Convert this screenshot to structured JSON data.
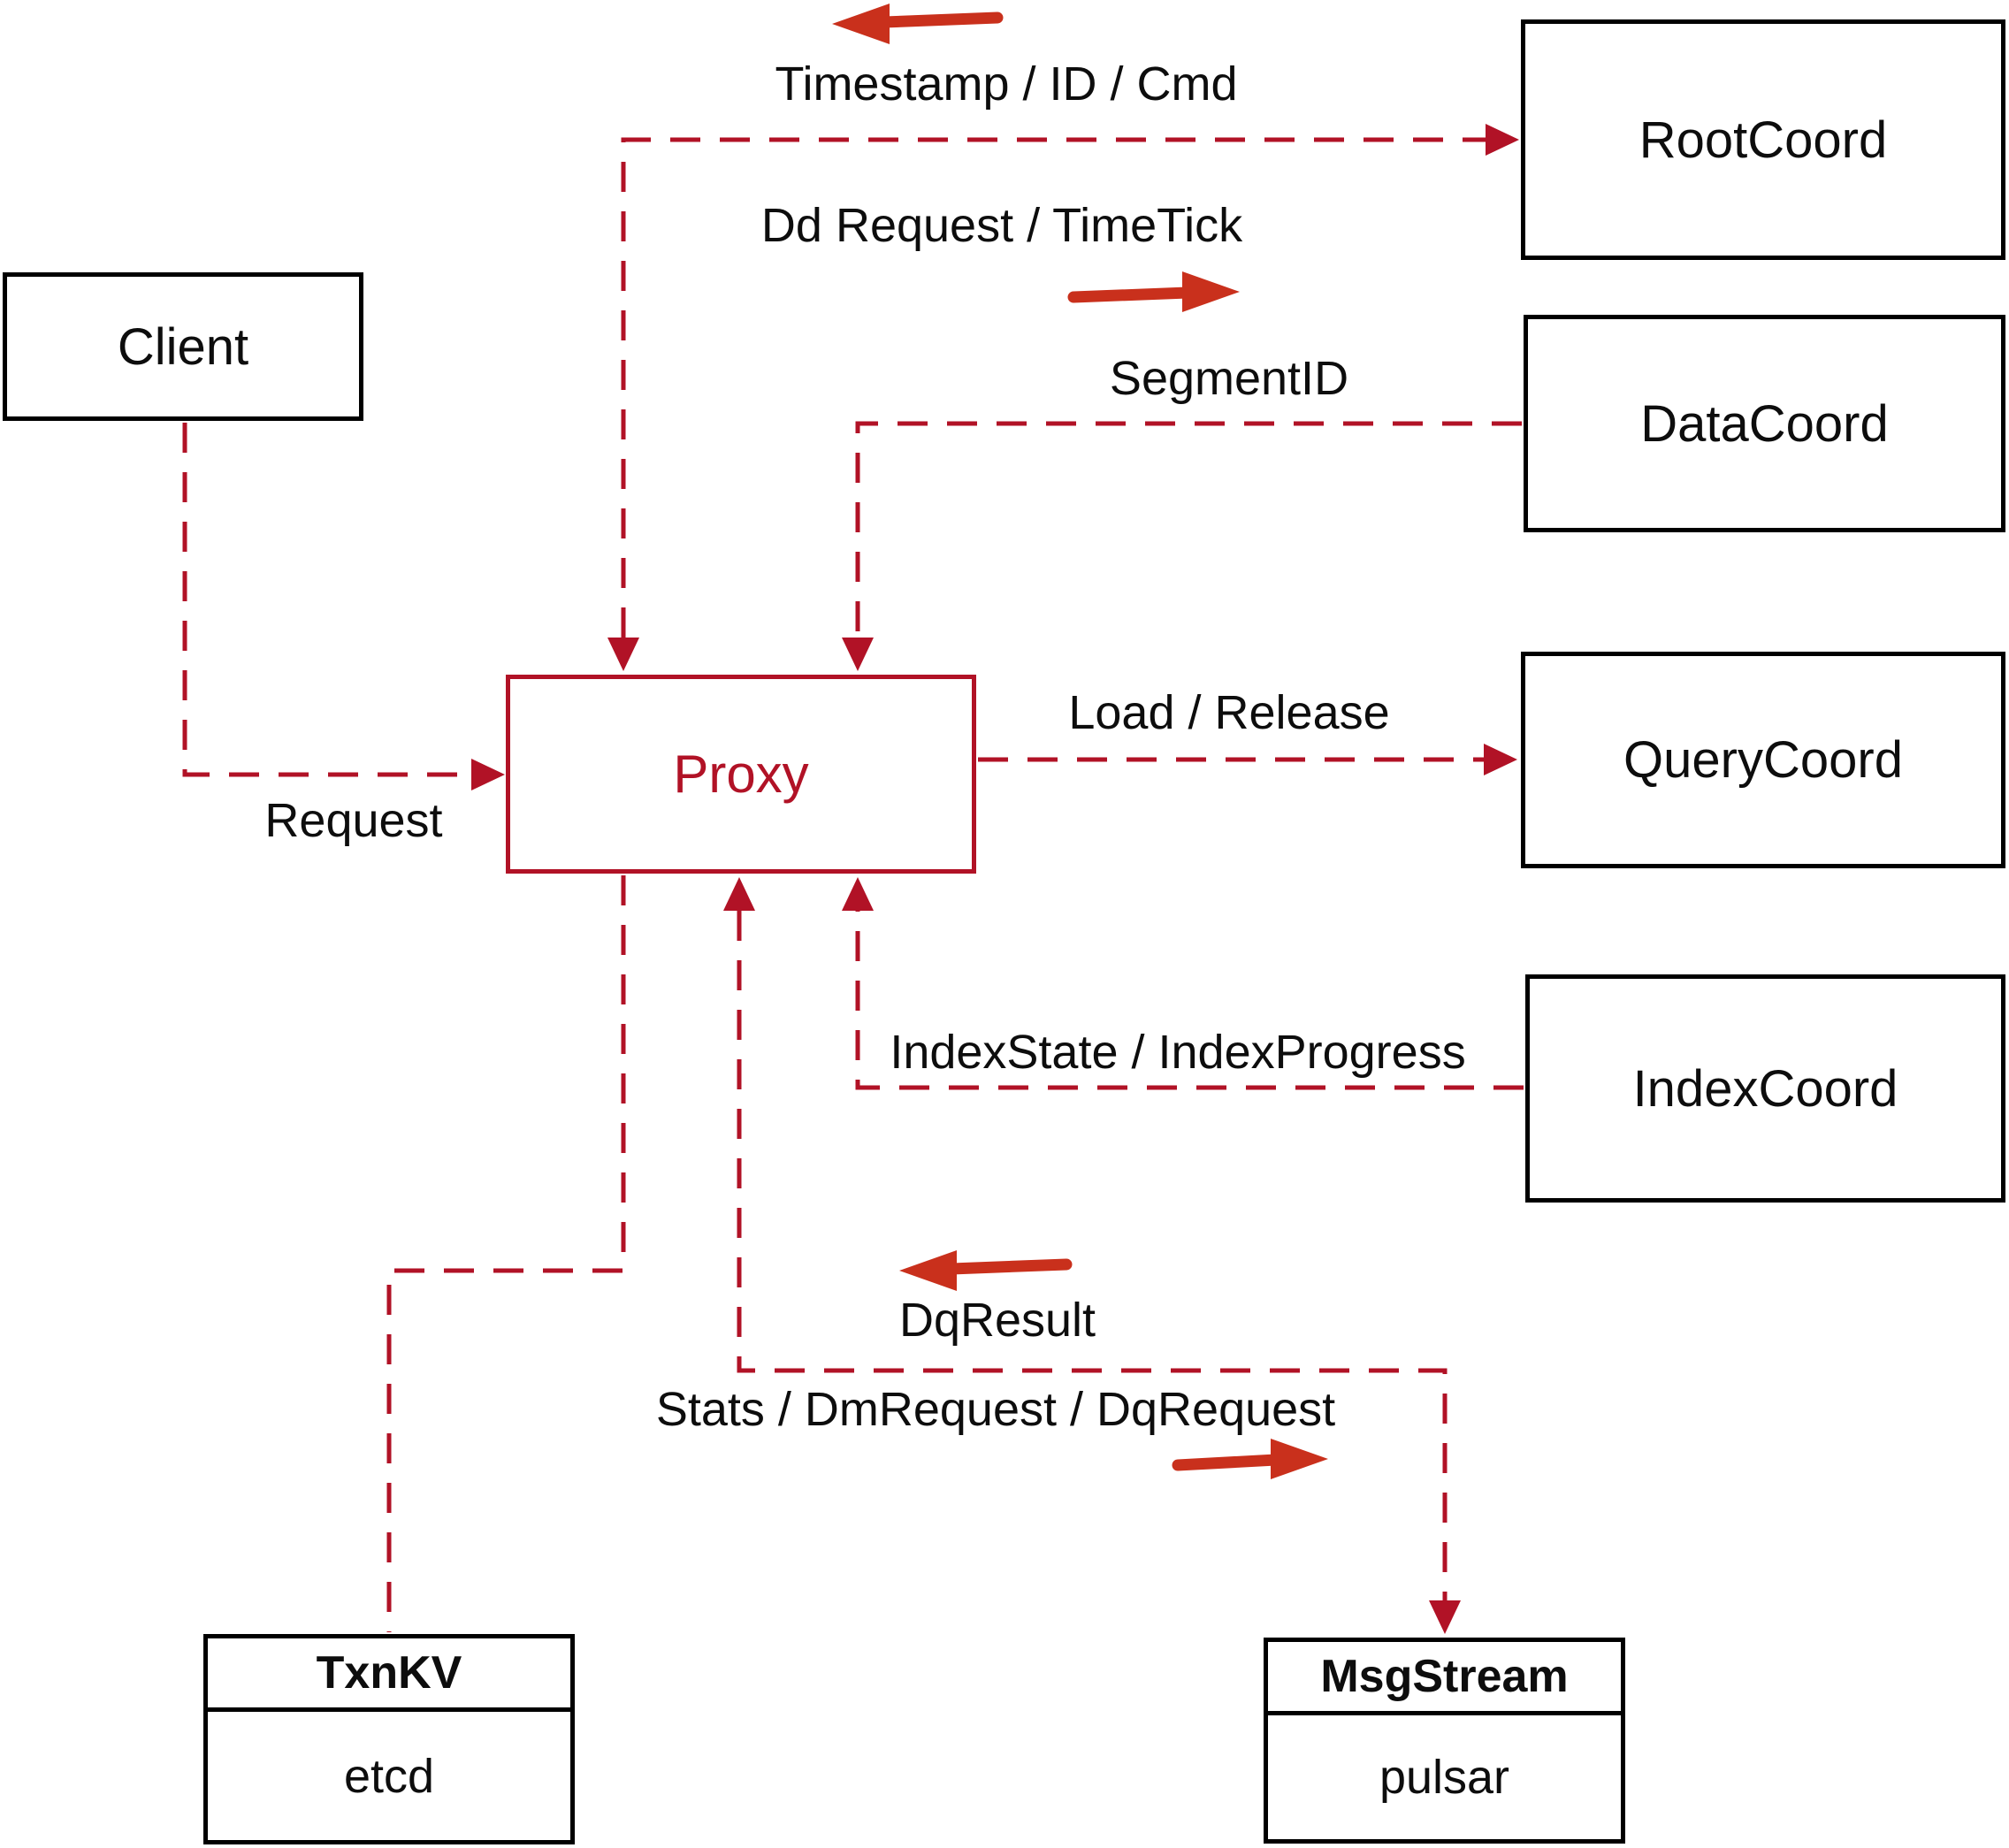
{
  "colors": {
    "dashed_line": "#b11226",
    "solid_arrow": "#c9301c",
    "box_border": "#000000",
    "background": "#ffffff",
    "text": "#0d0d0d"
  },
  "nodes": {
    "client": {
      "label": "Client"
    },
    "proxy": {
      "label": "Proxy"
    },
    "root_coord": {
      "label": "RootCoord"
    },
    "data_coord": {
      "label": "DataCoord"
    },
    "query_coord": {
      "label": "QueryCoord"
    },
    "index_coord": {
      "label": "IndexCoord"
    },
    "txn_kv": {
      "title": "TxnKV",
      "impl": "etcd"
    },
    "msg_stream": {
      "title": "MsgStream",
      "impl": "pulsar"
    }
  },
  "edge_labels": {
    "root_up": "Timestamp / ID / Cmd",
    "root_down": "Dd Request / TimeTick",
    "segment_id": "SegmentID",
    "request": "Request",
    "load_release": "Load / Release",
    "index_state": "IndexState / IndexProgress",
    "dq_result": "DqResult",
    "stats": "Stats / DmRequest / DqRequest"
  }
}
